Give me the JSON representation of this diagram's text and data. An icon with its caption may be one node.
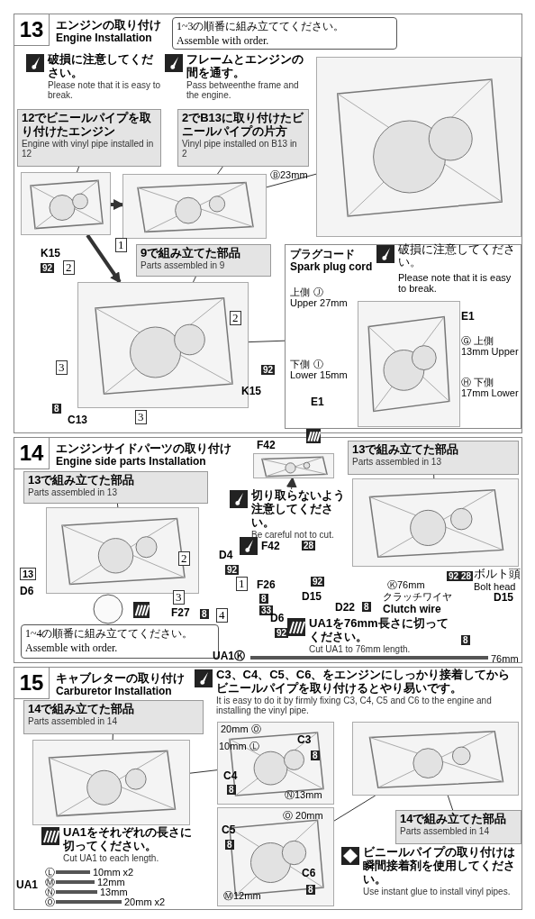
{
  "diagram": {
    "nodes": [
      {
        "text": [
          "13",
          "エンジンの取り付け",
          "Engine Installation"
        ]
      },
      {
        "text": [
          "1~3の順番に組み立ててください。",
          "Assemble with order."
        ],
        "in": 0
      },
      {
        "text": [
          "破損に注意してください。",
          "Please note that it is easy to break."
        ],
        "in": 0
      },
      {
        "text": [
          "フレームとエンジンの間を通す。",
          "Pass betweenthe frame and the engine."
        ],
        "in": 0
      },
      {
        "text": [
          "12でビニールパイプを取り付けたエンジン",
          "Engine with vinyl pipe installed in 12"
        ],
        "in": 0
      },
      {
        "text": [],
        "shape": "picture",
        "in": 0
      },
      {
        "text": [
          "2でB13に取り付けたビニールパイプの片方",
          "Vinyl pipe installed on B13 in 2"
        ],
        "in": 0
      },
      {
        "text": [],
        "shape": "picture",
        "in": 0
      },
      {
        "text": [],
        "shape": "picture",
        "in": 0
      },
      {
        "text": [
          "9で組み立てた部品",
          "Parts assembled in 9"
        ],
        "in": 0
      },
      {
        "text": [],
        "shape": "picture",
        "in": 0
      },
      {
        "text": [
          "プラグコード",
          "Spark plug cord"
        ],
        "in": 0
      },
      {
        "text": [
          "14",
          "エンジンサイドパーツの取り付け",
          "Engine side parts Installation"
        ]
      },
      {
        "text": [
          "13で組み立てた部品",
          "Parts assembled in 13"
        ],
        "in": 12
      },
      {
        "text": [],
        "shape": "picture",
        "in": 12
      },
      {
        "text": [
          "切り取らないよう注意してください。",
          "Be careful not to cut."
        ],
        "in": 12
      },
      {
        "text": [],
        "shape": "picture",
        "in": 12
      },
      {
        "text": [
          "13で組み立てた部品",
          "Parts assembled in 13"
        ],
        "in": 12
      },
      {
        "text": [],
        "shape": "picture",
        "in": 12
      },
      {
        "text": [
          "1~4の順番に組み立ててください。",
          "Assemble with order."
        ],
        "in": 12
      },
      {
        "text": [
          "UA1を76mm長さに切ってください。",
          "Cut UA1 to 76mm length."
        ],
        "in": 12
      },
      {
        "text": [
          "15",
          "キャブレターの取り付け",
          "Carburetor Installation"
        ]
      },
      {
        "text": [
          "C3、C4、C5、C6、をエンジンにしっかり接着してからビニールパイプを取り付けるとやり易いです。",
          "It is easy to do it by firmly fixing C3, C4, C5 and C6 to the engine and installing the vinyl pipe."
        ],
        "in": 21
      },
      {
        "text": [
          "14で組み立てた部品",
          "Parts assembled in 14"
        ],
        "in": 21
      },
      {
        "text": [],
        "shape": "picture",
        "in": 21
      },
      {
        "text": [],
        "shape": "picture",
        "in": 21
      },
      {
        "text": [],
        "shape": "picture",
        "in": 21
      },
      {
        "text": [],
        "shape": "picture",
        "in": 21
      },
      {
        "text": [
          "14で組み立てた部品",
          "Parts assembled in 14"
        ],
        "in": 21
      },
      {
        "text": [
          "UA1をそれぞれの長さに切ってください。",
          "Cut UA1 to each length."
        ],
        "in": 21
      },
      {
        "text": [
          "ビニールパイプの取り付けは瞬間接着剤を使用してください。",
          "Use instant glue to install vinyl pipes."
        ],
        "in": 21
      }
    ],
    "edges": [
      {
        "from": 4,
        "to": 5,
        "arrow": "none"
      },
      {
        "from": 6,
        "to": 7,
        "arrow": "none"
      },
      {
        "from": 5,
        "to": 7,
        "arrow": "to",
        "style": "thick"
      },
      {
        "from": 5,
        "to": 10,
        "arrow": "to",
        "style": "thick"
      },
      {
        "from": 9,
        "to": 10,
        "arrow": "none"
      },
      {
        "from": 8,
        "to": 7,
        "arrow": "none"
      },
      {
        "from": 11,
        "to": 10,
        "arrow": "none"
      },
      {
        "from": 13,
        "to": 14,
        "arrow": "none"
      },
      {
        "from": 17,
        "to": 18,
        "arrow": "none"
      },
      {
        "from": 15,
        "to": 16,
        "arrow": "to"
      },
      {
        "from": 23,
        "to": 24,
        "arrow": "none"
      },
      {
        "from": 28,
        "to": 27,
        "arrow": "none"
      },
      {
        "from": 25,
        "to": 24,
        "arrow": "none"
      },
      {
        "from": 26,
        "to": 27,
        "arrow": "none"
      }
    ],
    "labels": [
      "Ⓑ23mm",
      "1",
      "K15",
      "92",
      "2",
      "2",
      "92",
      "K15",
      "3",
      "8",
      "C13",
      "3",
      "破損に注意してください。",
      "Please note that it is easy to break.",
      "上側",
      "Ⓙ",
      "Upper 27mm",
      "下側",
      "Ⓘ",
      "Lower 15mm",
      "E1",
      "E1",
      "Ⓖ",
      "上側",
      "13mm Upper",
      "Ⓗ",
      "下側",
      "17mm Lower",
      "F42",
      "F42",
      "28",
      "2",
      "D4",
      "92",
      "1",
      "F26",
      "8",
      "33",
      "3",
      "F27",
      "8",
      "4",
      "D6",
      "92",
      "13",
      "D6",
      "92",
      "D15",
      "D22",
      "8",
      "Ⓚ76mm",
      "クラッチワイヤ",
      "Clutch wire",
      "92",
      "28",
      "ボルト頭",
      "Bolt head",
      "D15",
      "8",
      "UA1Ⓚ",
      "76mm",
      "20mm Ⓞ",
      "10mm Ⓛ",
      "C3",
      "8",
      "C4",
      "8",
      "Ⓝ13mm",
      "Ⓞ 20mm",
      "C5",
      "8",
      "Ⓜ12mm",
      "C6",
      "8",
      "UA1",
      "Ⓛ",
      "10mm x2",
      "Ⓜ",
      "12mm",
      "Ⓝ",
      "13mm",
      "Ⓞ",
      "20mm x2"
    ]
  }
}
